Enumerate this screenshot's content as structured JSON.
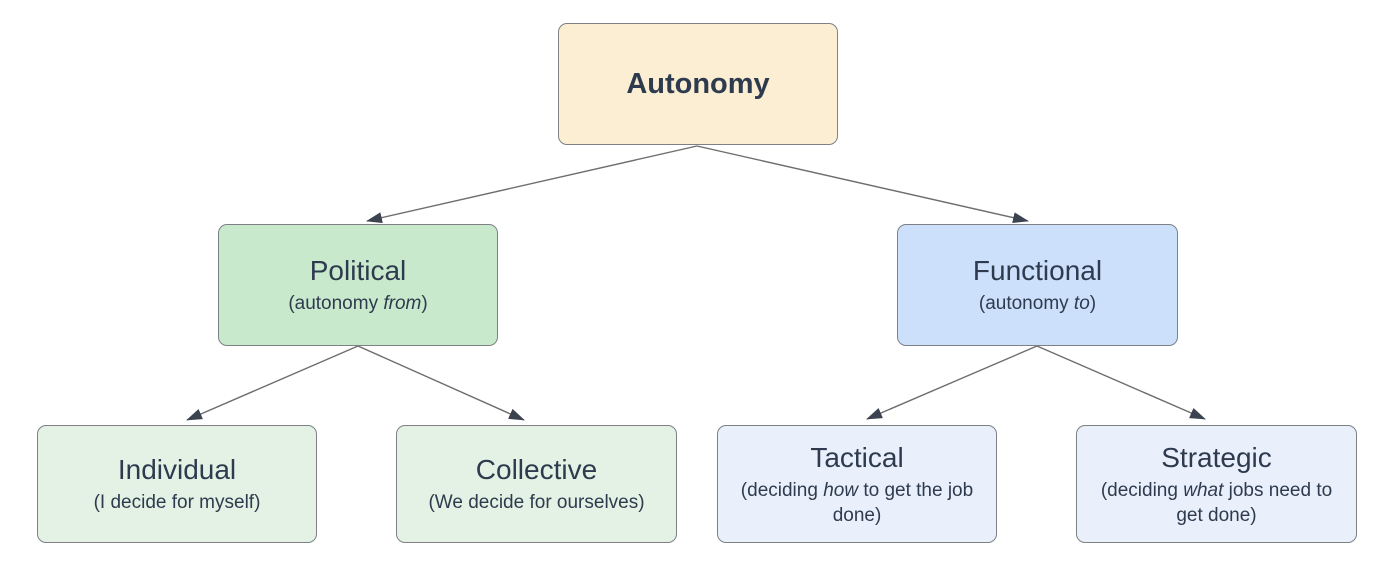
{
  "diagram": {
    "colors": {
      "background": "#ffffff",
      "node_border": "#7d8186",
      "text": "#2e3b4e",
      "arrow_line": "#6e6e6e",
      "arrow_head": "#3b4350",
      "root_fill": "#fbeed3",
      "green_fill": "#c9e9cd",
      "blue_fill": "#cce0fb",
      "light_green_fill": "#e3f2e4",
      "light_blue_fill": "#e9f0fb"
    },
    "nodes": [
      {
        "id": "autonomy",
        "title": "Autonomy",
        "subtitle_prefix": "",
        "subtitle_italic": "",
        "subtitle_suffix": "",
        "fill": "#fbeed3"
      },
      {
        "id": "political",
        "title": "Political",
        "subtitle_prefix": "(autonomy ",
        "subtitle_italic": "from",
        "subtitle_suffix": ")",
        "fill": "#c9e9cd"
      },
      {
        "id": "functional",
        "title": "Functional",
        "subtitle_prefix": "(autonomy ",
        "subtitle_italic": "to",
        "subtitle_suffix": ")",
        "fill": "#cce0fb"
      },
      {
        "id": "individual",
        "title": "Individual",
        "subtitle_prefix": "(I decide for myself)",
        "subtitle_italic": "",
        "subtitle_suffix": "",
        "fill": "#e3f2e4"
      },
      {
        "id": "collective",
        "title": "Collective",
        "subtitle_prefix": "(We decide for ourselves)",
        "subtitle_italic": "",
        "subtitle_suffix": "",
        "fill": "#e3f2e4"
      },
      {
        "id": "tactical",
        "title": "Tactical",
        "subtitle_prefix": "(deciding ",
        "subtitle_italic": "how",
        "subtitle_suffix": " to get the job done)",
        "fill": "#e9f0fb"
      },
      {
        "id": "strategic",
        "title": "Strategic",
        "subtitle_prefix": "(deciding ",
        "subtitle_italic": "what",
        "subtitle_suffix": " jobs need to get done)",
        "fill": "#e9f0fb"
      }
    ],
    "edges": [
      {
        "from": "autonomy",
        "to": "political"
      },
      {
        "from": "autonomy",
        "to": "functional"
      },
      {
        "from": "political",
        "to": "individual"
      },
      {
        "from": "political",
        "to": "collective"
      },
      {
        "from": "functional",
        "to": "tactical"
      },
      {
        "from": "functional",
        "to": "strategic"
      }
    ]
  }
}
